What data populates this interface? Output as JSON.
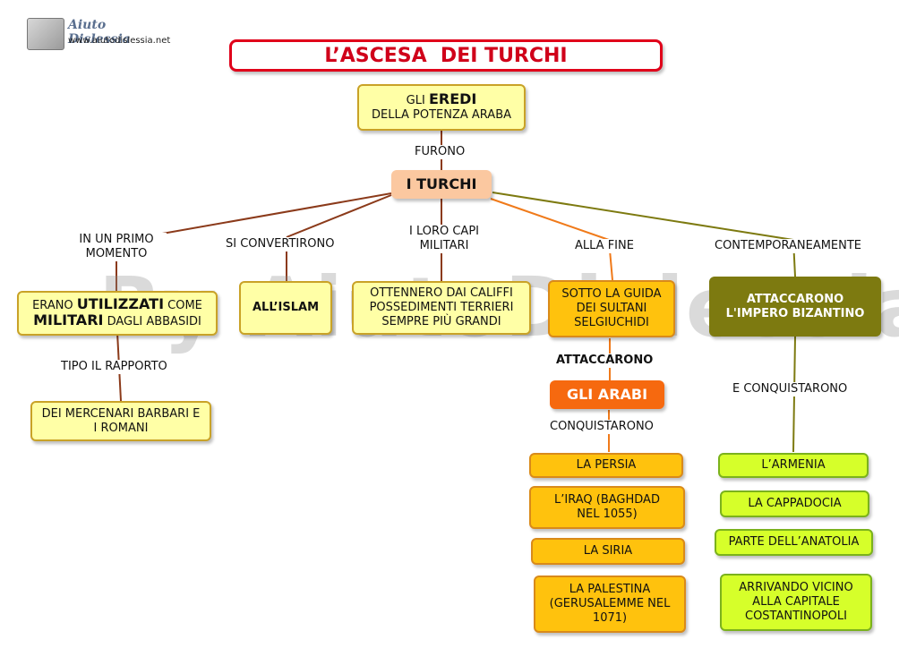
{
  "logo": {
    "name": "Aiuto Dislessia",
    "url": "www.aiutodislessia.net"
  },
  "title": "L’ASCESA  DEI TURCHI",
  "watermark": "By AiutoDislessia.net",
  "nodes": {
    "eredi": {
      "pre": "GLI ",
      "strong": "EREDI",
      "post": "DELLA POTENZA ARABA"
    },
    "turchi": "I TURCHI",
    "utilizzati": {
      "t1": "ERANO ",
      "s1": "UTILIZZATI",
      "t2": " COME",
      "s2": "MILITARI",
      "t3": " DAGLI ABBASIDI"
    },
    "mercenari": "DEI MERCENARI BARBARI E I ROMANI",
    "islam": "ALL’ISLAM",
    "ottennero": "OTTENNERO DAI CALIFFI POSSEDIMENTI TERRIERI SEMPRE PIÙ GRANDI",
    "sultani": "SOTTO LA GUIDA DEI SULTANI SELGIUCHIDI",
    "arabi": "GLI ARABI",
    "bizantino": "ATTACCARONO L'IMPERO BIZANTINO",
    "arab_conquests": [
      "LA PERSIA",
      "L’IRAQ (BAGHDAD NEL 1055)",
      "LA SIRIA",
      "LA PALESTINA (GERUSALEMME NEL 1071)"
    ],
    "byz_conquests": [
      "L’ARMENIA",
      "LA CAPPADOCIA",
      "PARTE DELL’ANATOLIA",
      "ARRIVANDO VICINO ALLA CAPITALE COSTANTINOPOLI"
    ]
  },
  "links": {
    "furono": "FURONO",
    "primo_momento": "IN UN PRIMO MOMENTO",
    "convertirono": "SI CONVERTIRONO",
    "capi_militari": "I LORO CAPI MILITARI",
    "alla_fine": "ALLA FINE",
    "contemporaneamente": "CONTEMPORANEAMENTE",
    "tipo_rapporto": "TIPO IL RAPPORTO",
    "attaccarono": "ATTACCARONO",
    "conquistarono": "CONQUISTARONO",
    "e_conquistarono": "E CONQUISTARONO"
  },
  "colors": {
    "brown_line": "#8b3a1a",
    "orange_line": "#f07a1a",
    "olive_line": "#7d7a10",
    "title_red": "#e0001a"
  }
}
